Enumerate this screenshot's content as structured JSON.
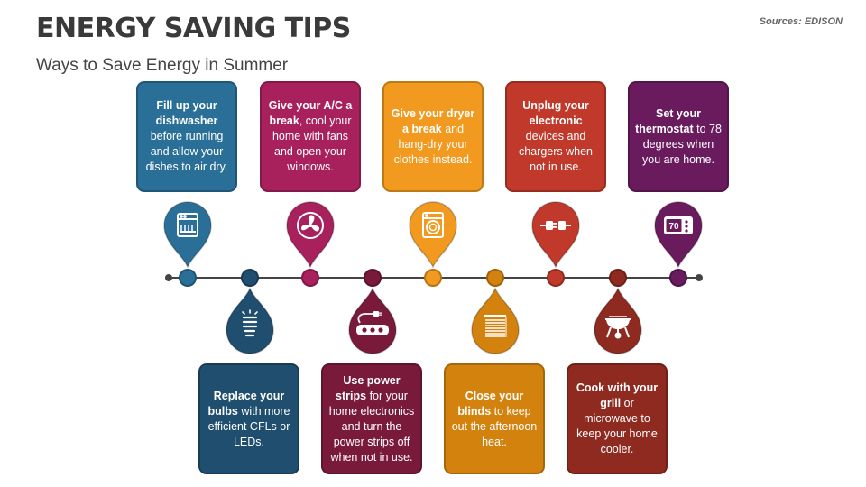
{
  "header": {
    "title": "ENERGY SAVING TIPS",
    "subtitle": "Ways to Save Energy in Summer",
    "source": "Sources: EDISON"
  },
  "tips_top": [
    {
      "id": "dishwasher",
      "bold1": "Fill up your dishwasher",
      "text1": " before running and allow your dishes to air dry.",
      "color": "#2a6f97",
      "icon": "dishwasher-icon"
    },
    {
      "id": "ac",
      "bold1": "Give your A/C a break",
      "text1": ", cool your home with fans and open your windows.",
      "color": "#a8205c",
      "icon": "fan-icon"
    },
    {
      "id": "dryer",
      "bold1": "Give your dryer a break",
      "text1": " and hang-dry your clothes instead.",
      "color": "#f29a1f",
      "icon": "washing-machine-icon"
    },
    {
      "id": "unplug",
      "bold1": "Unplug your electronic",
      "text1": " devices and chargers when not in use.",
      "color": "#c0392b",
      "icon": "plug-icon"
    },
    {
      "id": "thermostat",
      "bold1": "Set your thermostat",
      "text1": " to 78 degrees when you are home.",
      "color": "#6a1b5e",
      "icon": "thermostat-icon",
      "icon_text": "70"
    }
  ],
  "tips_bottom": [
    {
      "id": "bulbs",
      "bold1": "Replace your bulbs",
      "text1": " with more efficient CFLs or LEDs.",
      "color": "#1f4e6e",
      "icon": "light-bulb-icon"
    },
    {
      "id": "powerstrips",
      "bold1": "Use power strips",
      "text1": " for your home electronics and turn the power strips off when not in use.",
      "color": "#7a1a3a",
      "icon": "power-strip-icon"
    },
    {
      "id": "blinds",
      "bold1": "Close your blinds",
      "text1": " to keep out the afternoon heat.",
      "color": "#d4820e",
      "icon": "blinds-icon"
    },
    {
      "id": "grill",
      "bold1": "Cook with your grill",
      "text1": " or microwave to keep your home cooler.",
      "color": "#8e2a20",
      "icon": "grill-icon"
    }
  ]
}
